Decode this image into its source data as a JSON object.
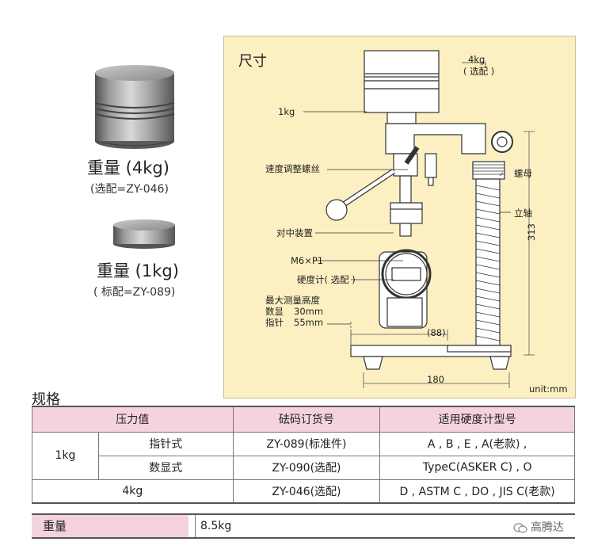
{
  "products": [
    {
      "title": "重量 (4kg)",
      "note": "(选配=ZY-046)",
      "icon": "steel-weight-4kg"
    },
    {
      "title": "重量 (1kg)",
      "note": "( 标配=ZY-089)",
      "icon": "steel-weight-1kg"
    }
  ],
  "drawing": {
    "title": "尺寸",
    "labels": {
      "w4": "4kg",
      "w4_opt": "( 选配 )",
      "w1": "1kg",
      "speed_screw": "速度调整螺丝",
      "nut": "螺母",
      "shaft": "立轴",
      "centering": "对中装置",
      "thread": "M6×P1",
      "gauge": "硬度计( 选配 )",
      "max_height": "最大测量高度",
      "digital": "数显",
      "digital_value": "30mm",
      "pointer": "指针",
      "pointer_value": "55mm",
      "dim_88": "(88)",
      "dim_180": "180",
      "dim_313": "313",
      "unit": "unit:mm"
    },
    "colors": {
      "background": "#fcf0c2",
      "line": "#333333",
      "dimension": "#555555"
    }
  },
  "spec": {
    "heading": "规格",
    "headers": [
      "压力值",
      "砝码订货号",
      "适用硬度计型号"
    ],
    "rows": [
      {
        "load": "1kg",
        "type": "指针式",
        "order": "ZY-089(标准件)",
        "models": "A , B , E , A(老款) ,"
      },
      {
        "load": "",
        "type": "数显式",
        "order": "ZY-090(选配)",
        "models": "TypeC(ASKER C) , O"
      },
      {
        "load": "4kg",
        "type": "",
        "order": "ZY-046(选配)",
        "models": "D , ASTM C , DO , JIS C(老款)"
      }
    ],
    "mass_label": "重量",
    "mass_value": "8.5kg"
  },
  "watermark": {
    "text": "高腾达",
    "icon": "wechat-icon"
  },
  "colors": {
    "header_pink": "#f5d3dc",
    "steel": "#9a9a9a"
  }
}
